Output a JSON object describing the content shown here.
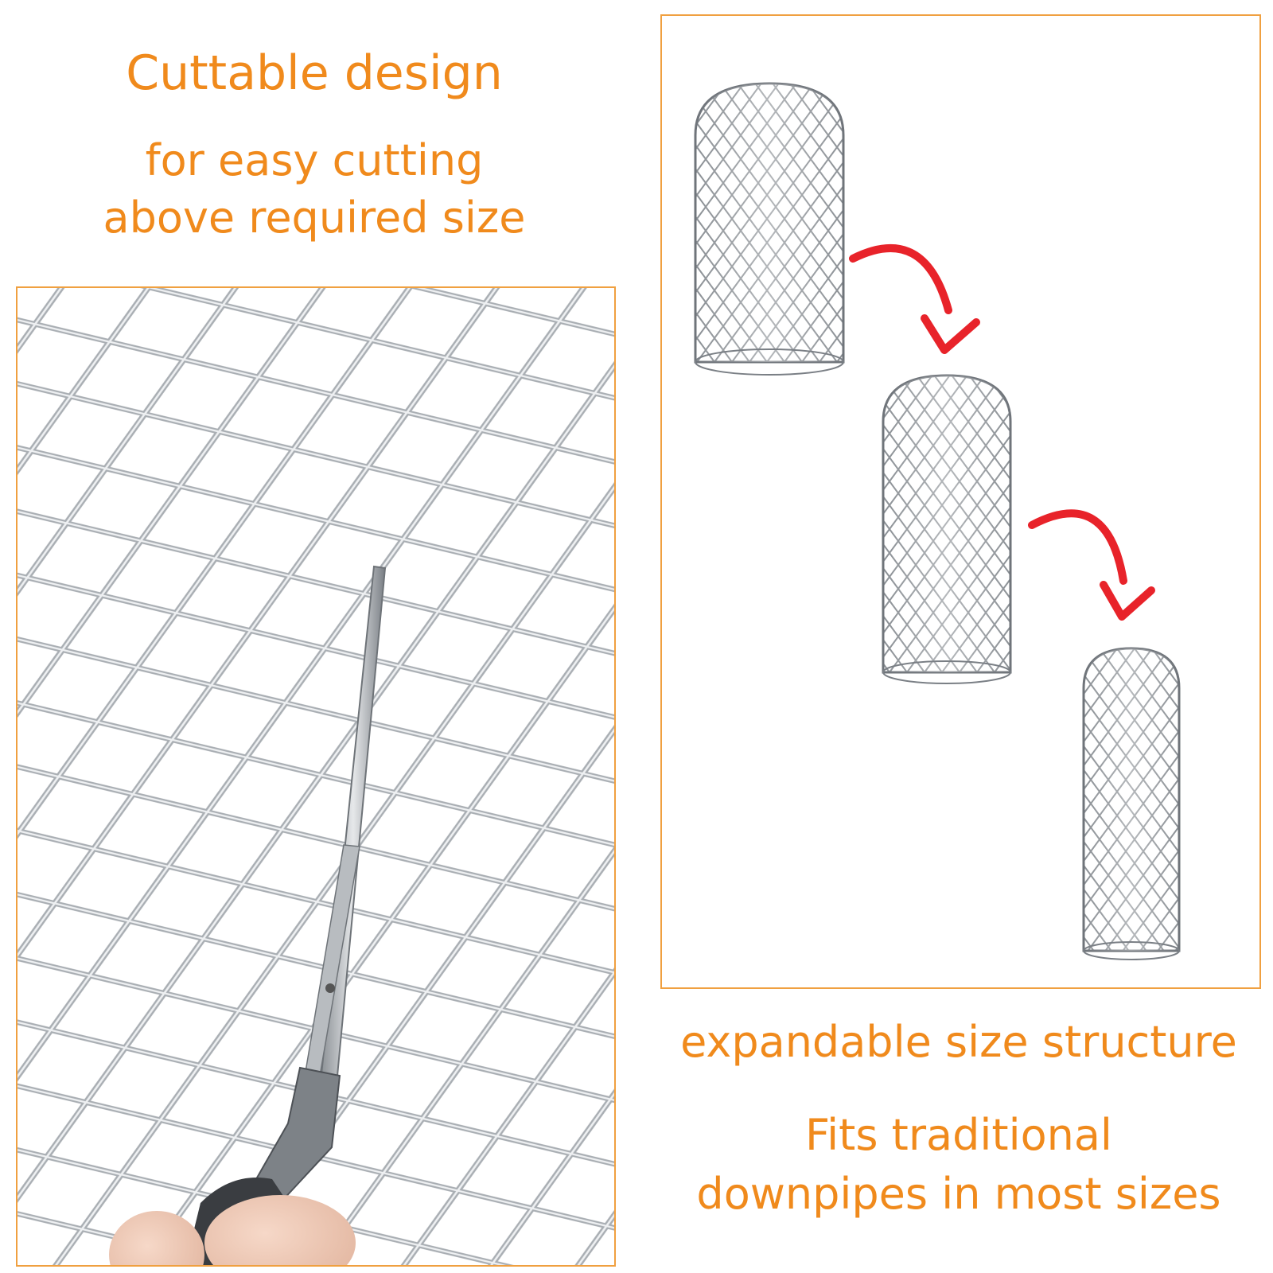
{
  "left": {
    "title": "Cuttable design",
    "subtitle_lines": [
      "for easy cutting",
      "above required size"
    ]
  },
  "right": {
    "title": "expandable size structure",
    "subtitle_lines": [
      "Fits traditional",
      "downpipes in most sizes"
    ]
  },
  "colors": {
    "accent_text": "#f08a1c",
    "panel_border": "#f0a040",
    "arrow": "#e8232a",
    "mesh": "#9aa0a6"
  },
  "icons": [
    "scissors-icon",
    "gutter-filter-icon",
    "curved-arrow-icon"
  ]
}
